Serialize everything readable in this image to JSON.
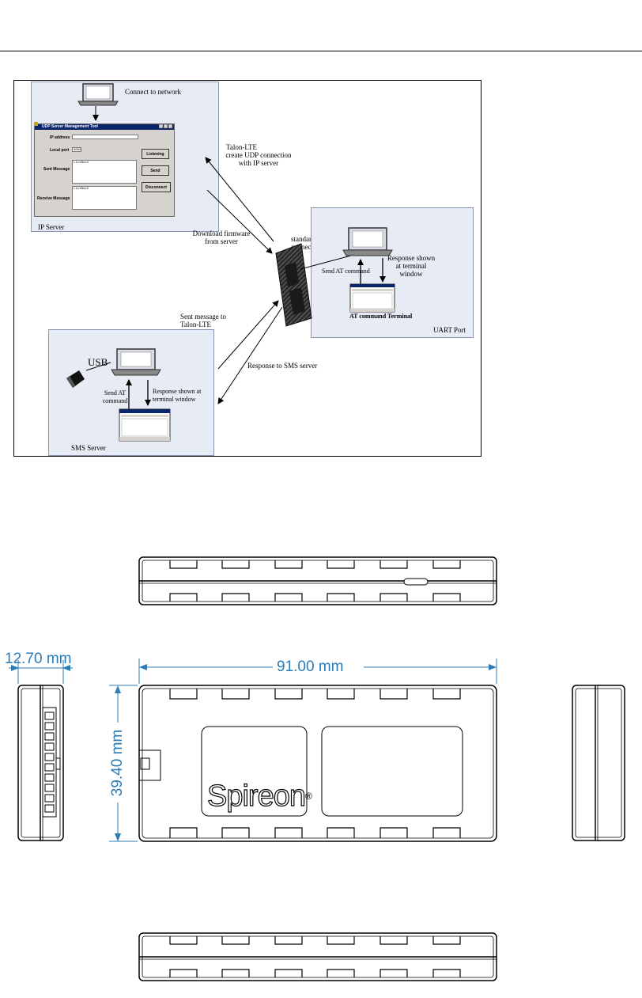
{
  "diagram": {
    "ip_server": {
      "connect_label": "Connect to network",
      "panel_label": "IP Server",
      "window": {
        "title": "UDP Server Management Tool",
        "ip_address_label": "IP address",
        "local_port_label": "Local port",
        "local_port_value": "0000",
        "sent_message_label": "Sent Message",
        "sent_message_value": "ListBox1",
        "receive_message_label": "Receive Message",
        "receive_message_value": "ListBox2",
        "listening_button": "Listening",
        "send_button": "Send",
        "disconnect_button": "Disconnect"
      }
    },
    "udp_label_1": "Talon-LTE",
    "udp_label_2": "create UDP connection",
    "udp_label_3": "with IP server",
    "download_label_1": "Download firmware",
    "download_label_2": "from server",
    "serial_label_1": "standard serial",
    "serial_label_2": "connection",
    "uart": {
      "send_at_label": "Send AT command",
      "response_label_1": "Response shown",
      "response_label_2": "at terminal",
      "response_label_3": "window",
      "terminal_label": "AT command Terminal",
      "panel_label": "UART Port"
    },
    "sent_msg_label_1": "Sent message to",
    "sent_msg_label_2": "Talon-LTE",
    "response_sms_label": "Response to SMS server",
    "sms": {
      "usb_label": "USB",
      "send_at_label_1": "Send AT",
      "send_at_label_2": "command",
      "response_label_1": "Response shown at",
      "response_label_2": "terminal window",
      "panel_label": "SMS Server"
    }
  },
  "drawing": {
    "depth_dim": "12.70 mm",
    "length_dim": "91.00 mm",
    "height_dim": "39.40 mm",
    "brand": "Spireon",
    "trademark": "®"
  },
  "colors": {
    "dimension": "#2a7bb6",
    "panel_fill": "#e7ebf4",
    "panel_border": "#8a97b3"
  }
}
